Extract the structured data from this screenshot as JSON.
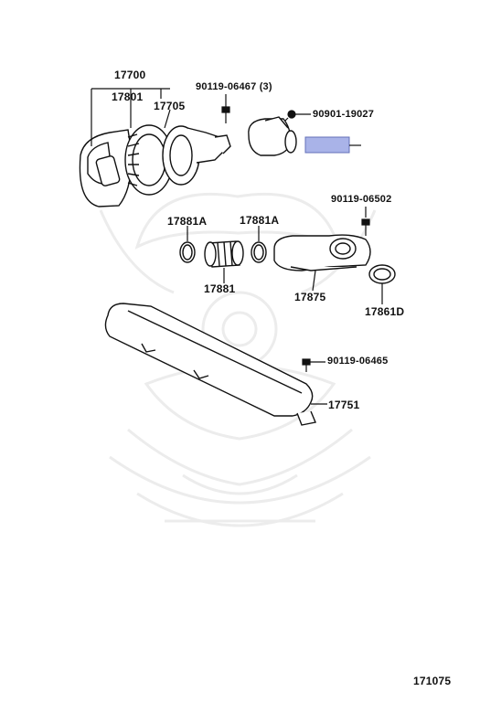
{
  "diagram": {
    "parts": {
      "p17700": "17700",
      "p17801": "17801",
      "p17705": "17705",
      "p90119_06467": "90119-06467 (3)",
      "p90901_19027": "90901-19027",
      "p90119_06502": "90119-06502",
      "p17881A_left": "17881A",
      "p17881A_right": "17881A",
      "p17881": "17881",
      "p17875": "17875",
      "p17861D": "17861D",
      "p90119_06465": "90119-06465",
      "p17751": "17751"
    },
    "figure_number": "171075",
    "highlight_color": "#a9b3e8"
  }
}
